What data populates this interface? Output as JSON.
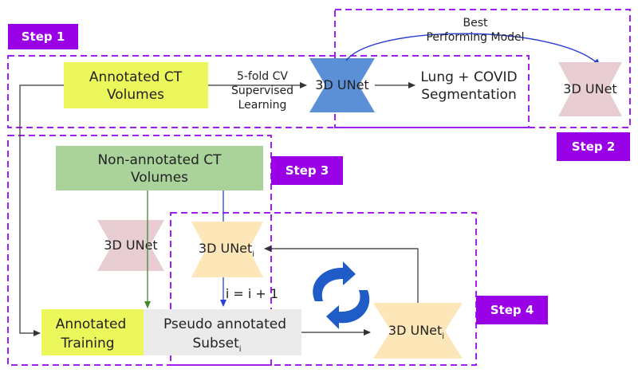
{
  "steps": {
    "step1": "Step 1",
    "step2": "Step 2",
    "step3": "Step 3",
    "step4": "Step 4"
  },
  "nodes": {
    "annotated_ct": {
      "line1": "Annotated CT",
      "line2": "Volumes"
    },
    "unet_main": "3D UNet",
    "lung_seg": {
      "line1": "Lung + COVID",
      "line2": "Segmentation"
    },
    "unet_best": "3D UNet",
    "non_annotated_ct": {
      "line1": "Non-annotated CT",
      "line2": "Volumes"
    },
    "unet_mid": "3D UNet",
    "unet_i_top": {
      "base": "3D UNet",
      "subscript": "i"
    },
    "annotated_training": {
      "line1": "Annotated",
      "line2": "Training"
    },
    "pseudo_subset": {
      "line1": "Pseudo annotated",
      "line2_base": "Subset",
      "line2_subscript": "i"
    },
    "unet_i_bottom": {
      "base": "3D UNet",
      "subscript": "i"
    }
  },
  "edge_labels": {
    "training": {
      "line1": "5-fold CV",
      "line2": "Supervised",
      "line3": "Learning"
    },
    "best_model": {
      "line1": "Best",
      "line2": "Performing Model"
    },
    "increment": "i = i + 1"
  },
  "colors": {
    "step_purple": "#9a00e6",
    "dashed_border": "#a020f0",
    "annotated_yellow": "#ecf75c",
    "unet_blue": "#5b8fd6",
    "unet_pink": "#e8cdd3",
    "unet_peach": "#fde6b8",
    "non_annotated_green": "#a9d39b",
    "pseudo_gray": "#ebebeb",
    "arrow_blue": "#2a3fd1",
    "arrow_green": "#3c8c2a",
    "cycle_blue": "#1f5cc8"
  }
}
